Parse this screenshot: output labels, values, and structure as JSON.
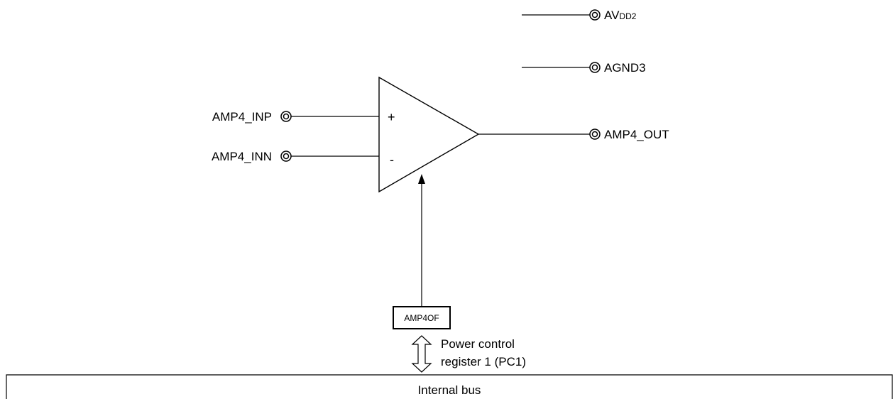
{
  "pins": {
    "avdd2": {
      "main": "AV",
      "sub": "DD2"
    },
    "agnd3": "AGND3",
    "amp4_inp": "AMP4_INP",
    "amp4_inn": "AMP4_INN",
    "amp4_out": "AMP4_OUT"
  },
  "amplifier": {
    "plus": "+",
    "minus": "-"
  },
  "register": {
    "bit": "AMP4OF",
    "name_line1": "Power control",
    "name_line2": "register 1 (PC1)"
  },
  "bus": {
    "label": "Internal bus"
  }
}
